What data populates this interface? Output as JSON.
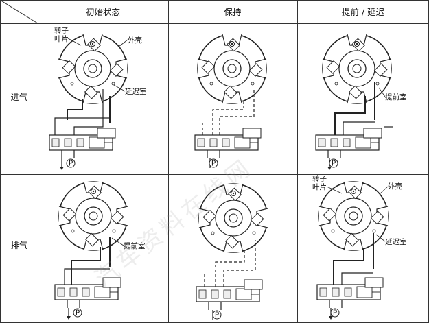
{
  "header": {
    "col1": "初始状态",
    "col2": "保持",
    "col3": "提前 / 延迟"
  },
  "rows": {
    "intake": "进气",
    "exhaust": "排气"
  },
  "labels": {
    "rotor_line1": "转子",
    "rotor_line2": "叶片",
    "housing": "外壳",
    "retard_chamber": "延迟室",
    "advance_chamber": "提前室",
    "pressure_symbol": "P"
  },
  "watermark": "汽车资料在线网"
}
